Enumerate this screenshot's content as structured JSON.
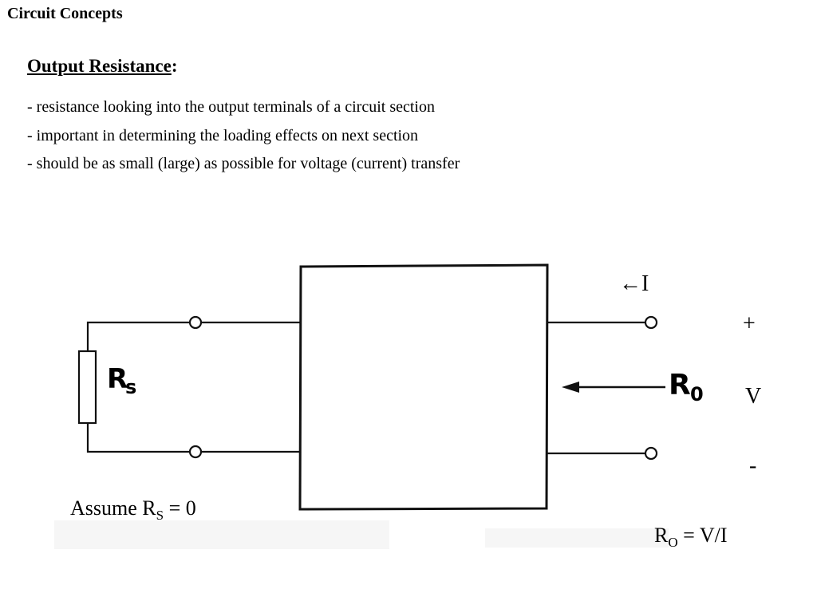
{
  "header": {
    "title": "Circuit Concepts"
  },
  "section": {
    "heading": "Output Resistance",
    "heading_suffix": ":",
    "bullets": [
      "- resistance looking into the output terminals of a circuit section",
      "- important in determining the loading effects on next section",
      "- should be as small (large) as possible for voltage (current) transfer"
    ]
  },
  "diagram": {
    "source_resistor_label": "R",
    "source_resistor_sub": "s",
    "output_resistance_label": "R",
    "output_resistance_sub": "0",
    "current_label": "←I",
    "plus_label": "+",
    "voltage_label": "V",
    "minus_label": "-",
    "assumption": {
      "prefix": "Assume R",
      "sub": "S",
      "suffix": " = 0"
    },
    "formula": {
      "prefix": "R",
      "sub": "O",
      "suffix": " = V/I"
    }
  }
}
